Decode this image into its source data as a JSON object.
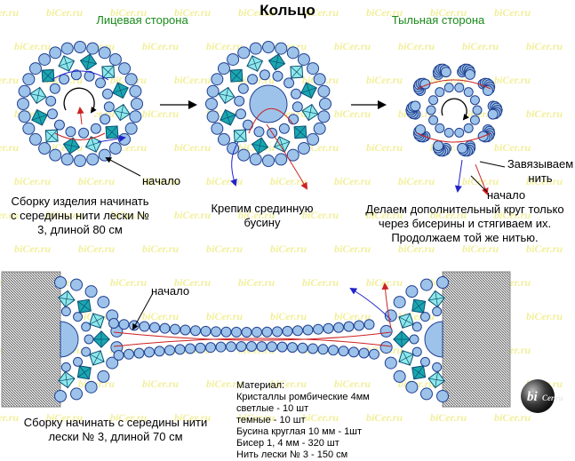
{
  "title": "Кольцо",
  "labels": {
    "front": "Лицевая сторона",
    "back": "Тыльная сторона",
    "start_1": "начало",
    "start_2": "начало",
    "start_3": "начало",
    "tie": "Завязываем нить"
  },
  "notes": {
    "assembly_1": "Сборку изделия начинать с середины нити лески № 3, длиной 80 см",
    "fasten_bead": "Крепим срединную бусину",
    "extra_circle": "Делаем дополнительный круг только через бисерины и стягиваем их. Продолжаем той же нитью.",
    "assembly_2": "Сборку начинать с середины нити лески № 3, длиной 70 см"
  },
  "materials": {
    "heading": "Материал:",
    "items": [
      "Кристаллы ромбические 4мм",
      "светлые - 10 шт",
      "темные - 10 шт",
      "Бусина круглая 10 мм - 1шт",
      "Бисер 1, 4 мм - 320 шт",
      "Нить лески № 3 - 150 см"
    ]
  },
  "watermark": "biCer.ru",
  "logo": {
    "text_main": "bi",
    "text_sub": "Cer.ru"
  },
  "colors": {
    "bead_fill": "#9ec3ea",
    "bead_stroke": "#1f3f8f",
    "crystal_light": "#8ee8ea",
    "crystal_dark": "#1aa7b0",
    "center_bead": "#9ec3ea",
    "thread_red": "#cc2222",
    "thread_blue": "#2222cc",
    "title_green": "#1a8a1a",
    "watermark": "#f2ef9a"
  }
}
